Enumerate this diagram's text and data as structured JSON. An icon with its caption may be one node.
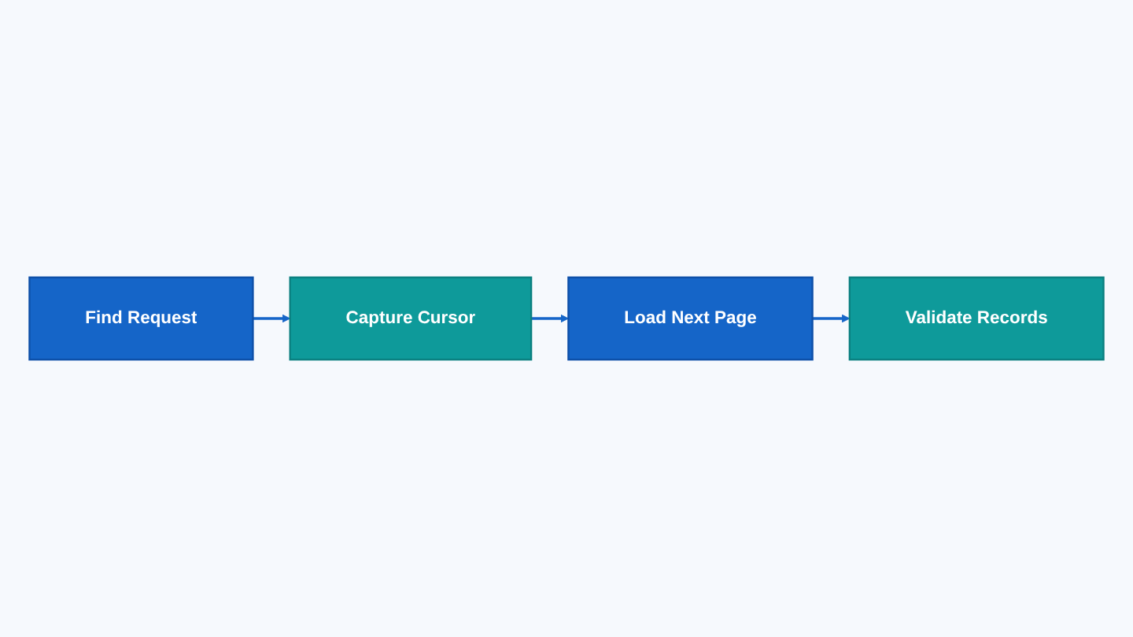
{
  "diagram": {
    "nodes": [
      {
        "text": [
          "Find Request"
        ]
      },
      {
        "text": [
          "Capture Cursor"
        ]
      },
      {
        "text": [
          "Load Next Page"
        ]
      },
      {
        "text": [
          "Validate Records"
        ]
      }
    ],
    "edges": [
      {
        "from": 0,
        "to": 1,
        "arrow": "to"
      },
      {
        "from": 1,
        "to": 2,
        "arrow": "to"
      },
      {
        "from": 2,
        "to": 3,
        "arrow": "to"
      }
    ]
  }
}
